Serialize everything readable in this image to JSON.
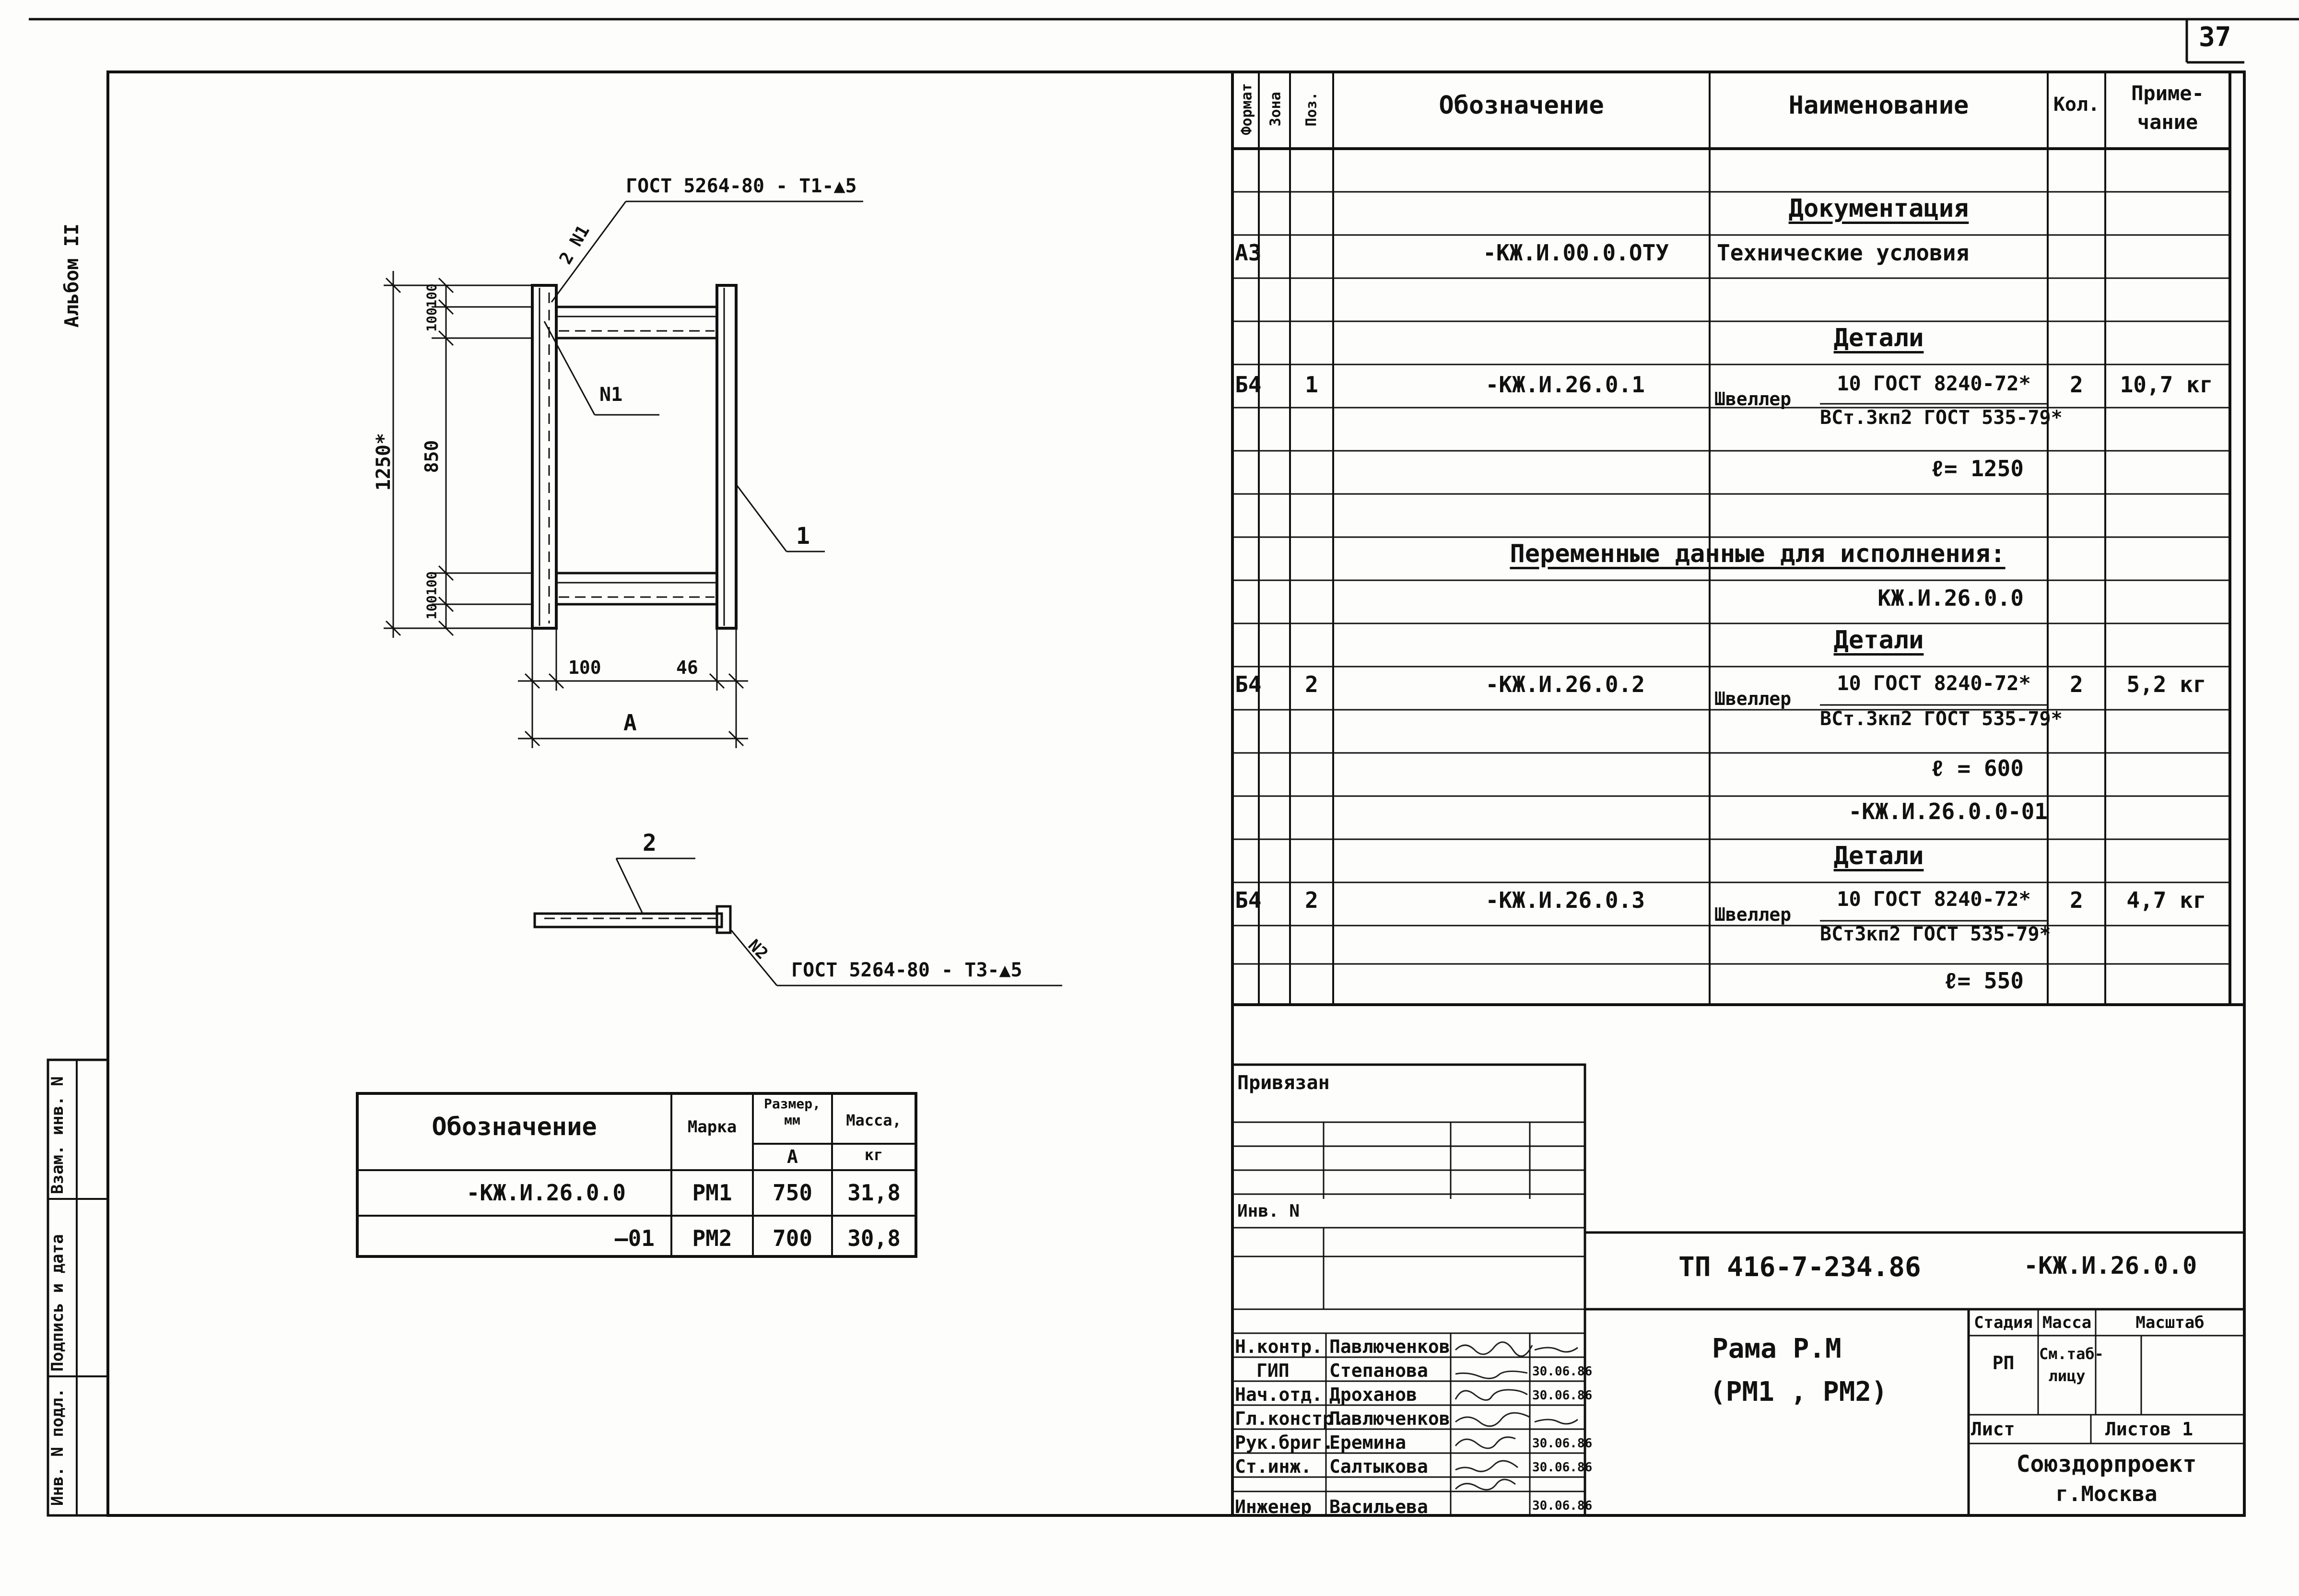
{
  "sheet": {
    "number": "37",
    "album": "Альбом II"
  },
  "side_stamp": {
    "vzam": "Взам. инв. N",
    "podpis": "Подпись и дата",
    "inv_podl": "Инв. N подл."
  },
  "drawing": {
    "weld_top": "ГОСТ 5264-80 - Т1-▲5",
    "weld_top_mark": "2 N1",
    "weld_mid": "N1",
    "part1": "1",
    "part2": "2",
    "weld_bottom": "ГОСТ 5264-80 - Т3-▲5",
    "weld_bottom_mark": "N2",
    "dim_total": "1250*",
    "dim_850": "850",
    "dim_100_a": "100",
    "dim_100_b": "100",
    "dim_100_c": "100",
    "dim_100_d": "100",
    "dim_100_h": "100",
    "dim_46": "46",
    "dim_A": "А"
  },
  "variants_table": {
    "headers": {
      "oboz": "Обозначение",
      "marka": "Марка",
      "razmer": "Размер, мм",
      "razmer_a": "А",
      "massa": "Масса, кг"
    },
    "rows": [
      {
        "oboz": "-КЖ.И.26.0.0",
        "marka": "РМ1",
        "a": "750",
        "massa": "31,8"
      },
      {
        "oboz": "—01",
        "marka": "РМ2",
        "a": "700",
        "massa": "30,8"
      }
    ]
  },
  "spec": {
    "headers": {
      "format": "Формат",
      "zona": "Зона",
      "poz": "Поз.",
      "oboz": "Обозначение",
      "naim": "Наименование",
      "kol": "Кол.",
      "prim": "Приме-чание"
    },
    "sec_doc": "Документация",
    "doc_format": "А3",
    "doc_oboz": "-КЖ.И.00.0.ОТУ",
    "doc_naim": "Технические условия",
    "sec_det1": "Детали",
    "r1": {
      "format": "Б4",
      "poz": "1",
      "oboz": "-КЖ.И.26.0.1",
      "name": "Швеллер",
      "num": "10 ГОСТ 8240-72*",
      "den": "ВСт.3кп2 ГОСТ 535-79*",
      "len": "ℓ= 1250",
      "kol": "2",
      "prim": "10,7 кг"
    },
    "var_header": "Переменные данные для исполнения:",
    "var1": "КЖ.И.26.0.0",
    "sec_det2": "Детали",
    "r2": {
      "format": "Б4",
      "poz": "2",
      "oboz": "-КЖ.И.26.0.2",
      "name": "Швеллер",
      "num": "10 ГОСТ 8240-72*",
      "den": "ВСт.3кп2 ГОСТ 535-79*",
      "len": "ℓ = 600",
      "kol": "2",
      "prim": "5,2 кг"
    },
    "var2": "-КЖ.И.26.0.0-01",
    "sec_det3": "Детали",
    "r3": {
      "format": "Б4",
      "poz": "2",
      "oboz": "-КЖ.И.26.0.3",
      "name": "Швеллер",
      "num": "10 ГОСТ 8240-72*",
      "den": "ВСт3кп2 ГОСТ 535-79*",
      "len": "ℓ= 550",
      "kol": "2",
      "prim": "4,7 кг"
    }
  },
  "titleblock": {
    "privyazan": "Привязан",
    "inv_n": "Инв. N",
    "code": "ТП 416-7-234.86",
    "doc": "-КЖ.И.26.0.0",
    "title1": "Рама Р.М",
    "title2": "(РМ1 , РМ2)",
    "stadiya": "Стадия",
    "massa": "Масса",
    "masshtab": "Масштаб",
    "stadiya_val": "РП",
    "massa_val": "См.таб-лицу",
    "list": "Лист",
    "listov": "Листов 1",
    "org1": "Союздорпроект",
    "org2": "г.Москва",
    "people": [
      {
        "role": "Н.контр.",
        "name": "Павлюченков",
        "date": ""
      },
      {
        "role": "ГИП",
        "name": "Степанова",
        "date": "30.06.86"
      },
      {
        "role": "Нач.отд.",
        "name": "Дроханов",
        "date": "30.06.86"
      },
      {
        "role": "Гл.констр.",
        "name": "Павлюченков",
        "date": ""
      },
      {
        "role": "Рук.бриг.",
        "name": "Еремина",
        "date": "30.06.86"
      },
      {
        "role": "Ст.инж.",
        "name": "Салтыкова",
        "date": "30.06.86"
      },
      {
        "role": "Инженер",
        "name": "Васильева",
        "date": "30.06.86"
      }
    ]
  }
}
